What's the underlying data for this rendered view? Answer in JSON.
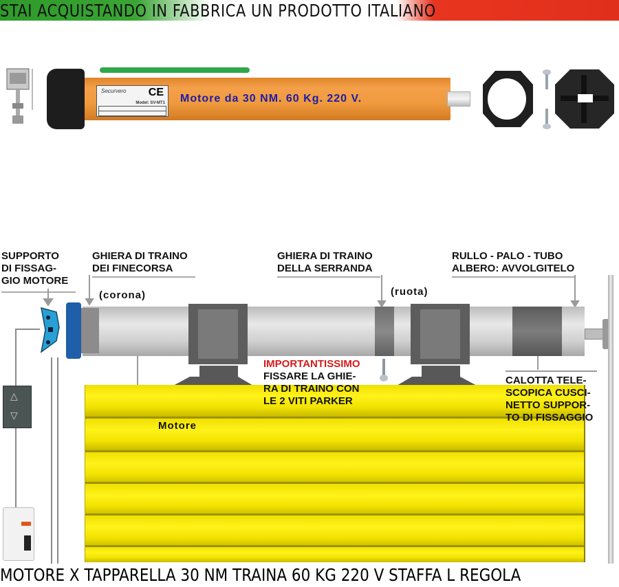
{
  "banner": {
    "title": "STAI ACQUISTANDO IN FABBRICA UN PRODOTTO ITALIANO",
    "colors": {
      "green": "#3aa535",
      "white": "#ffffff",
      "red": "#e0301c"
    }
  },
  "product_photo": {
    "motor_caption": "Motore da 30 NM. 60 Kg. 220 V.",
    "caption_color": "#1c1ca8",
    "tube_color": "#f09a3e",
    "label_plate": {
      "brand": "Securvero",
      "mark": "CE",
      "model": "Model: SV-MT1"
    },
    "items": [
      {
        "name": "mounting-bracket"
      },
      {
        "name": "split-pin"
      },
      {
        "name": "green-setting-rod"
      },
      {
        "name": "tubular-motor"
      },
      {
        "name": "drive-ring-crown"
      },
      {
        "name": "screws"
      },
      {
        "name": "drive-wheel"
      }
    ]
  },
  "diagram": {
    "labels": {
      "support": [
        "SUPPORTO",
        "DI FISSAG-",
        "GIO MOTORE"
      ],
      "limit_ring": [
        "GHIERA DI TRAINO",
        "DEI FINECORSA"
      ],
      "crown": "(corona)",
      "shutter_ring": [
        "GHIERA DI TRAINO",
        "DELLA SERRANDA"
      ],
      "wheel": "(ruota)",
      "roller": [
        "RULLO - PALO - TUBO",
        "ALBERO: AVVOLGITELO"
      ],
      "important_title": "IMPORTANTISSIMO",
      "important_body": [
        "FISSARE LA GHIE-",
        "RA DI TRAINO CON",
        "LE 2 VITI PARKER"
      ],
      "cap": [
        "CALOTTA TELE-",
        "SCOPICA CUSCI-",
        "NETTO SUPPOR-",
        "TO DI FISSAGGIO"
      ],
      "motor": "Motore"
    },
    "colors": {
      "important": "#d51a1a",
      "shutter": "#fff21a",
      "bracket": "#2a9fd6"
    },
    "shutter_slats": 6
  },
  "footer": {
    "title": "MOTORE X TAPPARELLA 30 NM TRAINA 60 KG 220 V STAFFA L REGOLA"
  }
}
